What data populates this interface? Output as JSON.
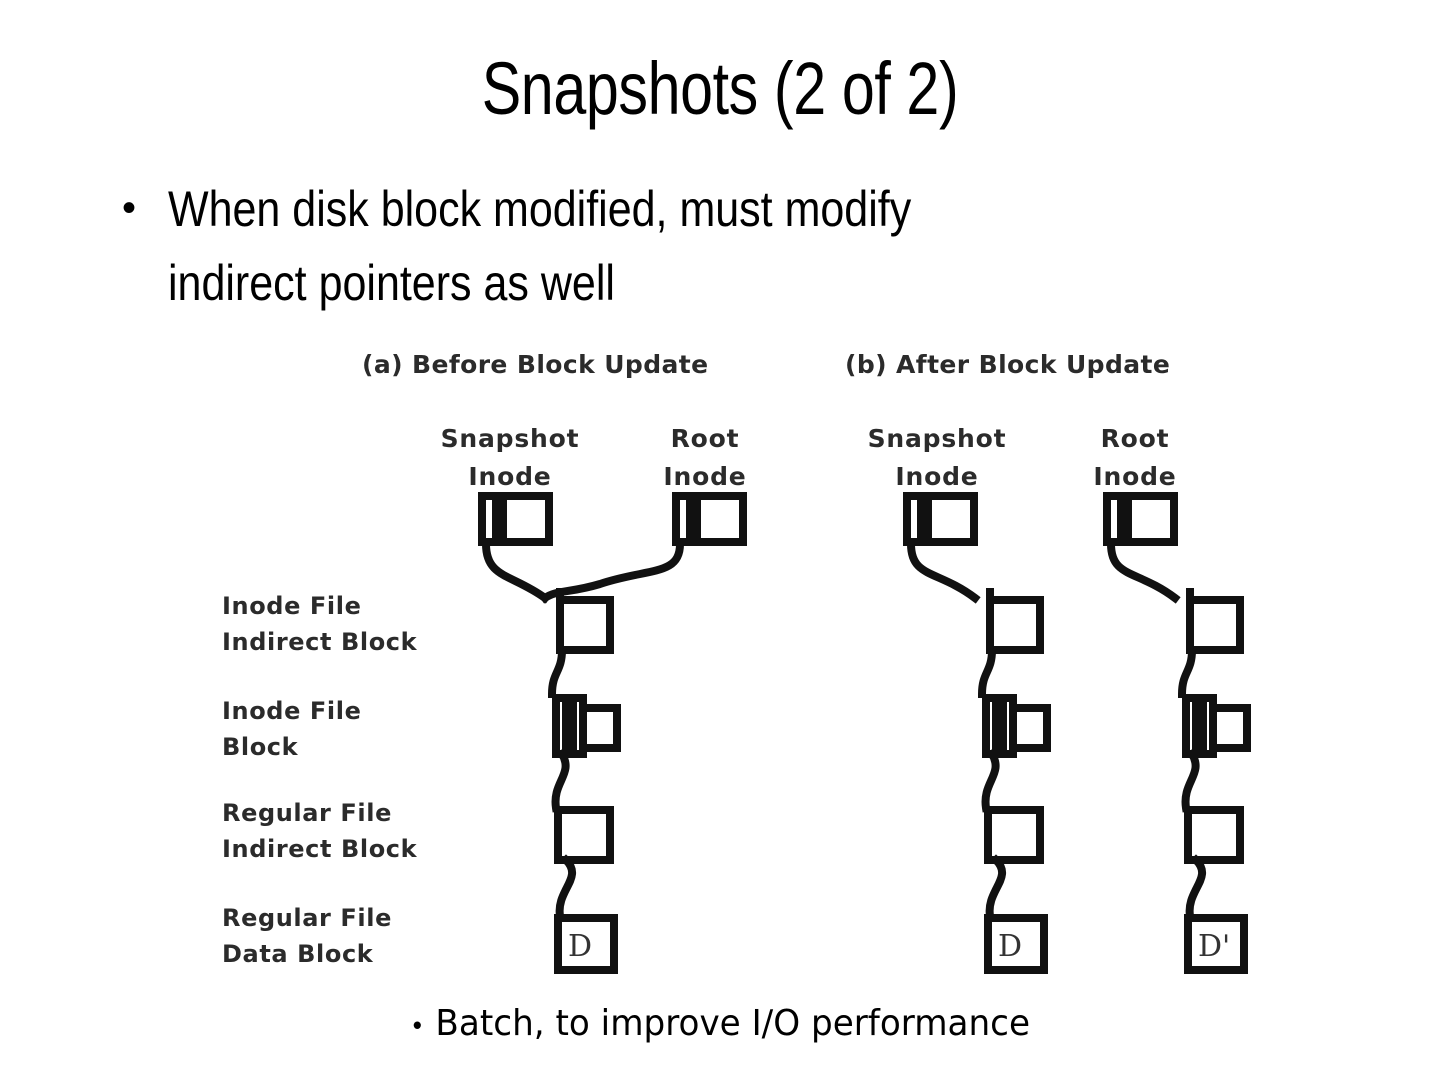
{
  "slide": {
    "title": "Snapshots (2 of 2)",
    "bullet_marker": "•",
    "bullet_line1": "When disk block modified, must modify",
    "bullet_line2": "indirect pointers as well",
    "footer_marker": "•",
    "footer_text": "Batch, to improve I/O performance"
  },
  "figure": {
    "panel_a_heading": "(a) Before Block Update",
    "panel_b_heading": "(b) After Block Update",
    "columns": [
      {
        "line1": "Snapshot",
        "line2": "Inode"
      },
      {
        "line1": "Root",
        "line2": "Inode"
      },
      {
        "line1": "Snapshot",
        "line2": "Inode"
      },
      {
        "line1": "Root",
        "line2": "Inode"
      }
    ],
    "row_labels": [
      {
        "line1": "Inode File",
        "line2": "Indirect Block"
      },
      {
        "line1": "Inode File",
        "line2": "Block"
      },
      {
        "line1": "Regular File",
        "line2": "Indirect Block"
      },
      {
        "line1": "Regular File",
        "line2": "Data Block"
      }
    ],
    "data_block_labels": {
      "panel_a": "D",
      "panel_b_snapshot": "D",
      "panel_b_root": "D'"
    },
    "colors": {
      "stroke": "#000000",
      "text": "#2b2b2b",
      "background": "#ffffff"
    }
  }
}
